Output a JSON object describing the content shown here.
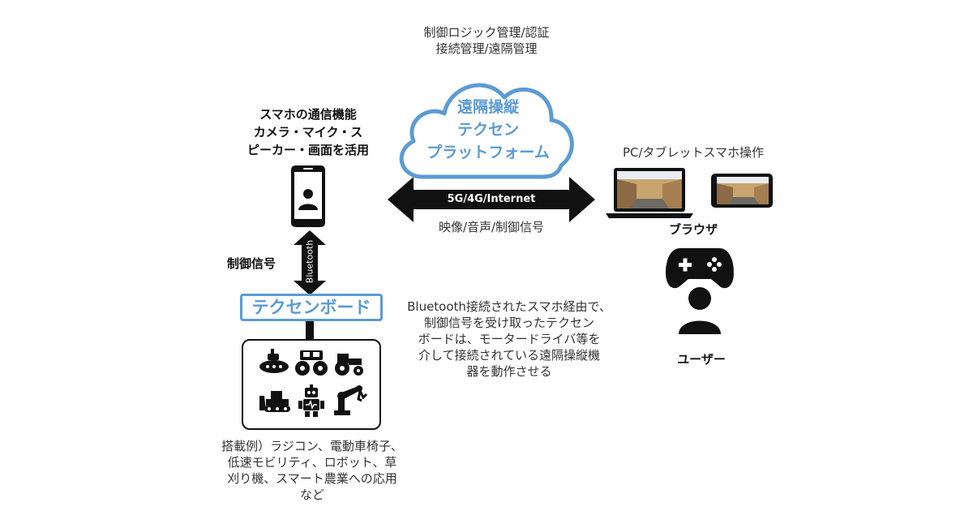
{
  "cloud": {
    "top_caption_1": "制御ロジック管理/認証",
    "top_caption_2": "接続管理/遠隔管理",
    "title_1": "遠隔操縦",
    "title_2": "テクセン",
    "title_3": "プラットフォーム"
  },
  "phone": {
    "caption_1": "スマホの通信機能",
    "caption_2": "カメラ・マイク・ス",
    "caption_3": "ピーカー・画面を活用"
  },
  "network": {
    "label": "5G/4G/Internet",
    "sub_label": "映像/音声/制御信号"
  },
  "client": {
    "caption": "PC/タブレットスマホ操作",
    "browser_label": "ブラウザ",
    "user_label": "ユーザー"
  },
  "bluetooth": {
    "label": "Bluetooth",
    "side_label": "制御信号"
  },
  "board": {
    "label": "テクセンボード"
  },
  "devices": {
    "icons": [
      "submarine-icon",
      "monster-truck-icon",
      "tractor-icon",
      "bulldozer-icon",
      "robot-icon",
      "robot-arm-icon"
    ]
  },
  "examples": {
    "line_1": "搭載例）ラジコン、電動車椅子、",
    "line_2": "低速モビリティ、ロボット、草",
    "line_3": "刈り機、スマート農業への応用",
    "line_4": "など"
  },
  "description": {
    "line_1": "Bluetooth接続されたスマホ経由で、",
    "line_2": "制御信号を受け取ったテクセン",
    "line_3": "ボードは、モータードライバ等を",
    "line_4": "介して接続されている遠隔操縦機",
    "line_5": "器を動作させる"
  },
  "colors": {
    "accent": "#5b9bd5",
    "dark": "#111111"
  }
}
